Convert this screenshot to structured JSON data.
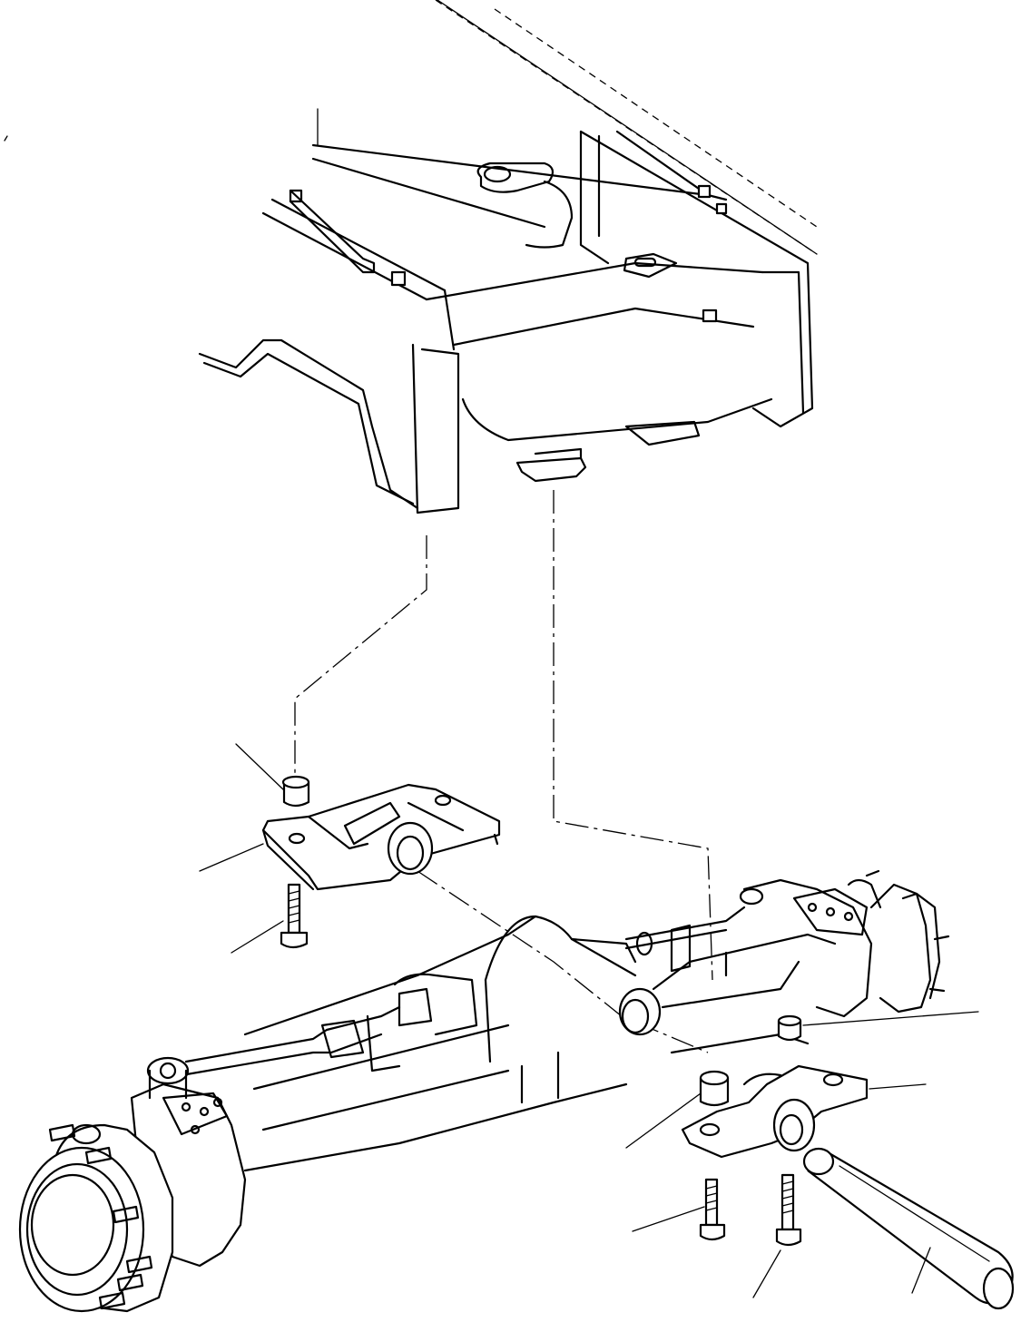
{
  "diagram": {
    "background": "#ffffff",
    "line_color": "#000000",
    "parts": [
      "frame-rear",
      "front-axle",
      "axle-support-front",
      "axle-support-rear",
      "bushing",
      "bolt",
      "nut",
      "pin"
    ]
  }
}
